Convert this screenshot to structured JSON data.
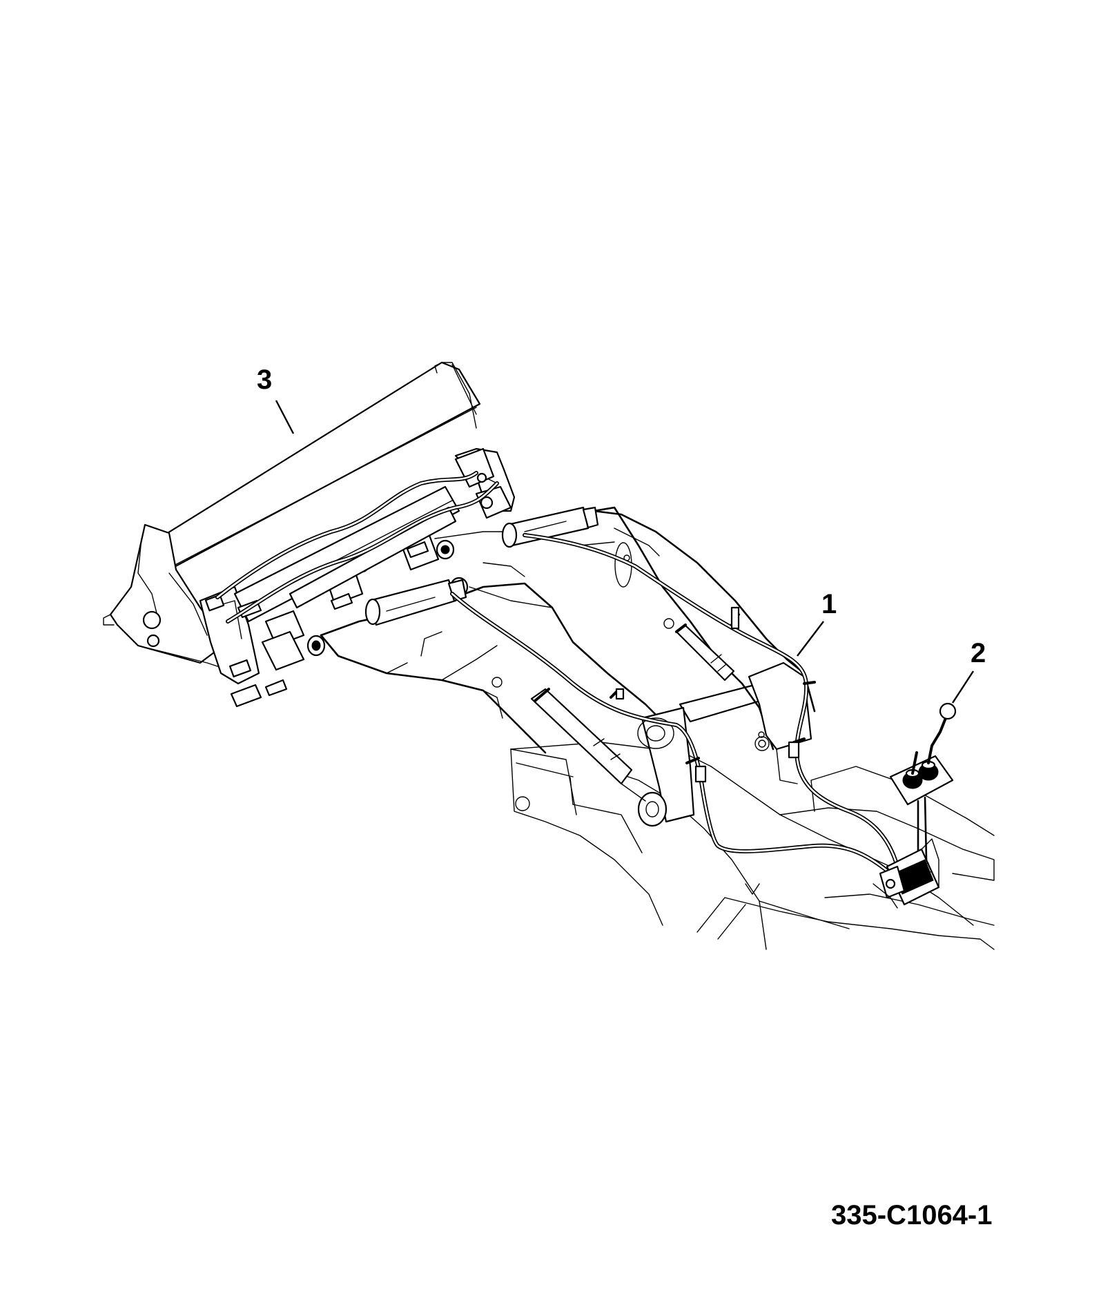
{
  "callouts": {
    "item_1": "1",
    "item_2": "2",
    "item_3": "3"
  },
  "drawing_number": "335-C1064-1",
  "colors": {
    "line": "#000000",
    "background": "#ffffff"
  }
}
